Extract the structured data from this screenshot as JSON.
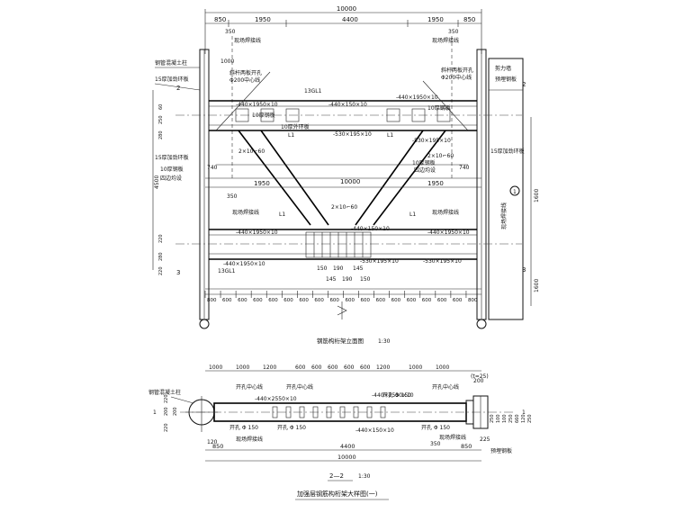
{
  "top_view": {
    "overall_dim": "10000",
    "top_row_dims": [
      "850",
      "1950",
      "4400",
      "1950",
      "850"
    ],
    "mid_row_dims": [
      "1950",
      "10000",
      "1950"
    ],
    "bottom_dims": [
      "800",
      "600",
      "600",
      "600",
      "600",
      "600",
      "600",
      "600",
      "600",
      "600",
      "600",
      "600",
      "600",
      "600",
      "600",
      "600",
      "600",
      "800"
    ],
    "right_dims": [
      "1600",
      "1600"
    ],
    "left_dim": "4500",
    "left_small_dims": [
      "60",
      "250",
      "280",
      "220",
      "280",
      "220"
    ],
    "labels": {
      "field_weld_left": "现场焊接线",
      "field_weld_right": "现场焊接线",
      "steel_col": "钢管混凝土柱",
      "stiffener_left": "15厚加劲环板",
      "stiffener_right": "15厚加劲环板",
      "shear_wall": "剪力墙",
      "embed_plate": "预埋钢板",
      "hole_left": "斜杆两板开孔",
      "hole_left2": "Φ200中心线",
      "hole_right": "斜杆两板开孔",
      "hole_right2": "Φ200中心线",
      "stiffener_small": "15厚加劲环板",
      "plate_a": "-440×1950×10",
      "plate_b": "-440×1950×10",
      "plate_c": "-440×150×10",
      "plate_d": "-530×195×10",
      "plate_e": "-530×195×10",
      "plate_f": "-440×1950×10",
      "plate_g": "-440×150×10",
      "plate_h": "-440×1950×10",
      "plate_i": "-440×1950×10",
      "plate_j": "-530×195×10",
      "plate_k": "-530×195×10",
      "steel10": "10厚钢板",
      "steel10b": "10厚钢板",
      "steel10c": "10厚钢板",
      "ring10": "10厚外环板",
      "steel10d": "10厚钢板",
      "weld_field": "现场焊接线",
      "weld_field2": "现场焊接线",
      "beam": "13GL1",
      "beam2": "13GL1",
      "l1": "L1",
      "l1b": "L1",
      "l1c": "L1",
      "l1d": "L1",
      "dim_1000": "1000",
      "dim_350a": "350",
      "dim_350b": "350",
      "dim_350c": "350",
      "dim_740a": "740",
      "dim_740b": "740",
      "dim_2x10": "2×10⌐60",
      "dim_2x10b": "2×10⌐60",
      "dim_2x10c": "2×10⌐60",
      "dim_150_190_145": [
        "150",
        "190",
        "145"
      ],
      "dim_145_190_150": [
        "145",
        "190",
        "150"
      ],
      "sec_2": "2",
      "sec_2b": "2",
      "sec_3": "3",
      "sec_3b": "3",
      "grid_mark": "1",
      "uplift": "四边均设",
      "uplift2": "四边均设",
      "field_weld_mid": "现场焊接线",
      "title": "钢筋构桁架立面图",
      "scale": "1:30"
    }
  },
  "section_view": {
    "top_dims": [
      "1000",
      "1000",
      "1200",
      "600",
      "600",
      "600",
      "600",
      "600",
      "1200",
      "1000",
      "1000"
    ],
    "bottom_dims": [
      "850",
      "4400",
      "850"
    ],
    "overall": "10000",
    "labels": {
      "col": "钢管混凝土柱",
      "hole_c1": "开孔中心线",
      "hole_c2": "开孔中心线",
      "hole_c3": "开孔中心线",
      "plate1": "-440×2550×10",
      "plate2": "-440×2550×10",
      "plate3": "-440×150×10",
      "hole1": "开孔 Φ 150",
      "hole2": "开孔 Φ 150",
      "hole3": "开孔 Φ 150",
      "hole4": "开孔 Φ 150",
      "weld1": "现场焊接线",
      "weld2": "现场焊接线",
      "embed": "预埋钢板",
      "t25": "(t=25)",
      "dims_left": [
        "220",
        "200",
        "200",
        "220"
      ],
      "dims_right": [
        "250",
        "100",
        "100",
        "250",
        "660",
        "120",
        "250"
      ],
      "dim_200": "200",
      "dim_225": "225",
      "dim_350": "350",
      "dim_120": "120",
      "dim_1": "1",
      "dim_1b": "1",
      "sec_label": "2—2",
      "scale": "1:30",
      "sheet_title": "加强层钢筋构桁架大样图(一)"
    }
  }
}
